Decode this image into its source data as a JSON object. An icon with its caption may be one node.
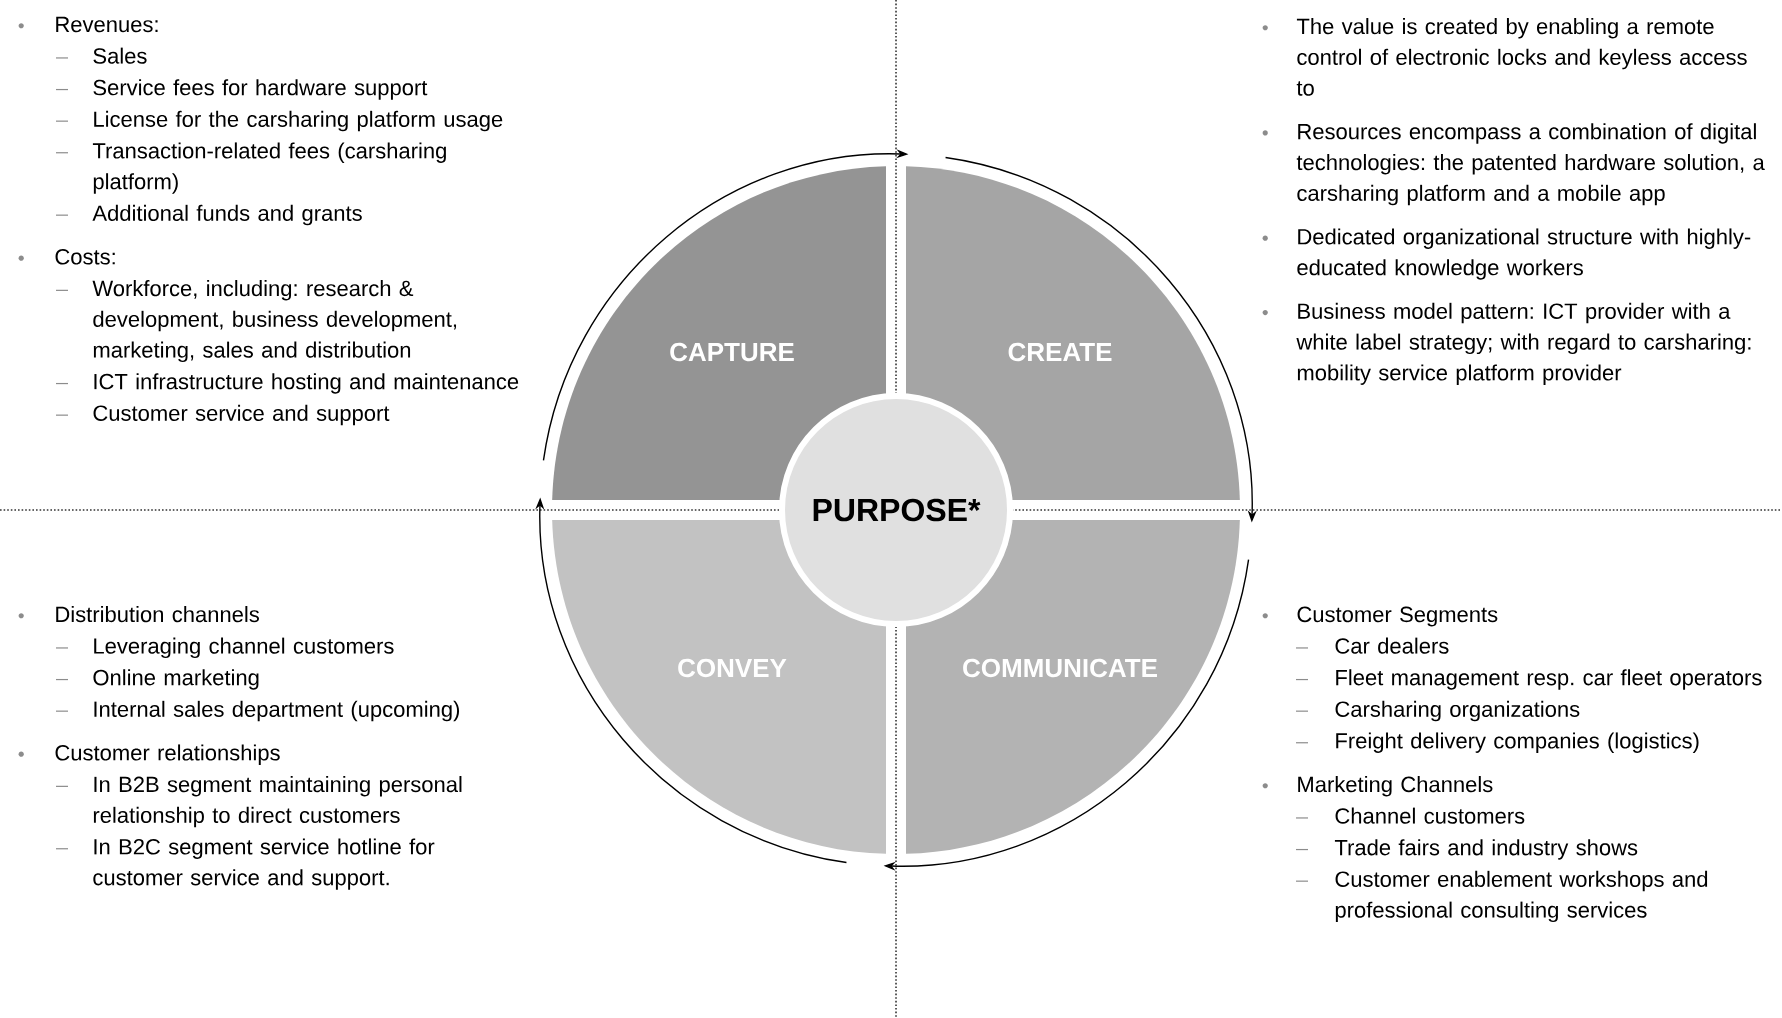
{
  "diagram": {
    "nodes": [
      {
        "text": [
          "CAPTURE"
        ]
      },
      {
        "text": [
          "CREATE"
        ]
      },
      {
        "text": [
          "PURPOSE*"
        ]
      },
      {
        "text": [
          "CONVEY"
        ]
      },
      {
        "text": [
          "COMMUNICATE"
        ]
      }
    ],
    "edges": [
      {
        "from": 0,
        "to": 1,
        "arrow": "to"
      },
      {
        "from": 1,
        "to": 4,
        "arrow": "to"
      },
      {
        "from": 4,
        "to": 3,
        "arrow": "to"
      },
      {
        "from": 3,
        "to": 0,
        "arrow": "to"
      }
    ],
    "labels": [
      "Revenues:",
      "Sales",
      "Service fees for hardware support",
      "License for the carsharing platform usage",
      "Transaction-related fees (carsharing platform)",
      "Additional funds and grants",
      "Costs:",
      "Workforce, including: research & development, business development, marketing, sales and distribution",
      "ICT infrastructure hosting and maintenance",
      "Customer service and support",
      "The value is created by enabling a remote control of electronic locks and keyless access to",
      "Resources encompass a combination of digital technologies: the patented hardware solution, a carsharing platform and a mobile app",
      "Dedicated organizational structure with highly-educated knowledge workers",
      "Business model pattern: ICT provider with a white label strategy; with regard to carsharing: mobility service platform provider",
      "Distribution channels",
      "Leveraging channel customers",
      "Online marketing",
      "Internal sales department (upcoming)",
      "Customer relationships",
      "In B2B segment maintaining personal relationship to direct customers",
      "In B2C segment service hotline for customer service and support.",
      "Customer Segments",
      "Car dealers",
      "Fleet management resp. car fleet operators",
      "Carsharing organizations",
      "Freight delivery companies (logistics)",
      "Marketing Channels",
      "Channel customers",
      "Trade fairs and industry shows",
      "Customer enablement workshops and professional consulting services"
    ]
  }
}
